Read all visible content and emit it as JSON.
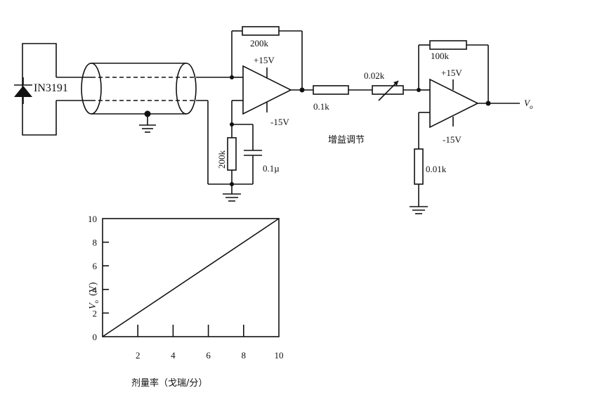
{
  "circuit": {
    "diode_label": "IN3191",
    "r_feedback1": "200k",
    "amp1_pos_supply": "+15V",
    "amp1_neg_supply": "-15V",
    "r_ground1": "200k",
    "c_ground1": "0.1µ",
    "r_series": "0.1k",
    "r_gain_pot": "0.02k",
    "gain_adjust_label": "增益调节",
    "r_feedback2": "100k",
    "amp2_pos_supply": "+15V",
    "amp2_neg_supply": "-15V",
    "r_ground2": "0.01k",
    "output_label": "V",
    "output_subscript": "o"
  },
  "chart_data": {
    "type": "line",
    "x": [
      0,
      10
    ],
    "series": [
      {
        "values": [
          0,
          10
        ]
      }
    ],
    "xlim": [
      0,
      10
    ],
    "ylim": [
      0,
      10
    ],
    "xticks": [
      "2",
      "4",
      "6",
      "8",
      "10"
    ],
    "yticks": [
      "0",
      "2",
      "4",
      "6",
      "8",
      "10"
    ],
    "xlabel": "剂量率（戈瑞/分）",
    "ylabel": "V",
    "ylabel_subscript": "o",
    "ylabel_unit": "(V)"
  }
}
